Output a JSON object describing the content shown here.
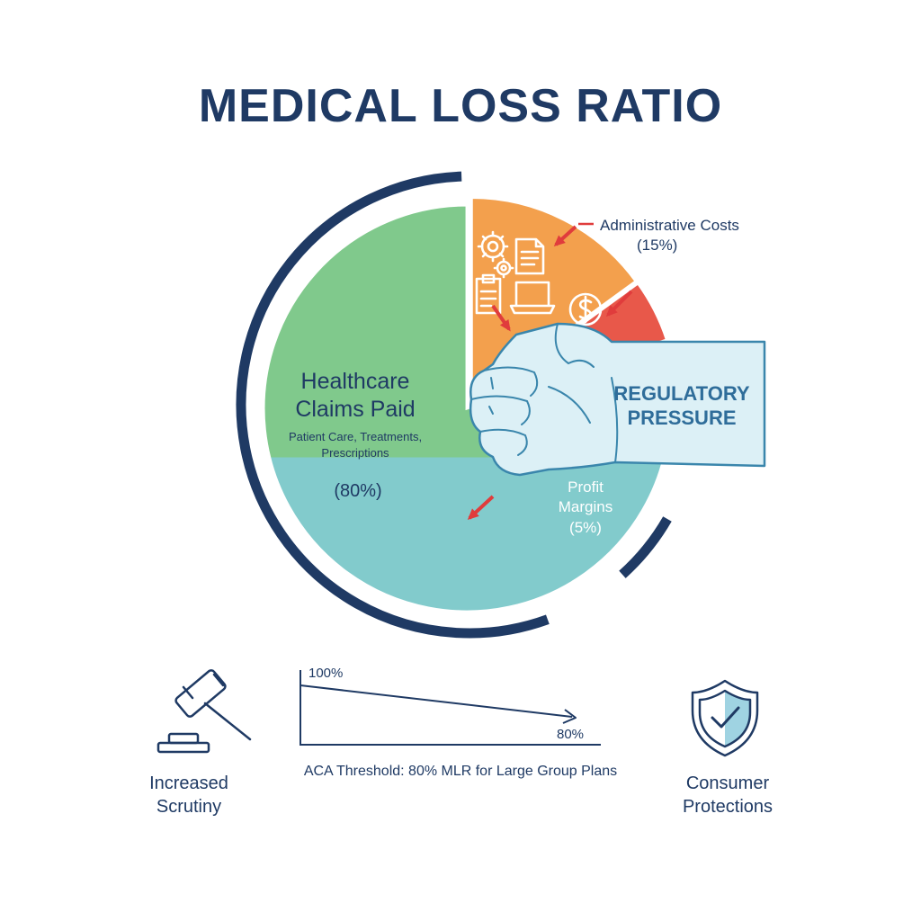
{
  "title": "MEDICAL LOSS RATIO",
  "chart_data": {
    "type": "pie",
    "slices": [
      {
        "name": "Healthcare Claims Paid",
        "value": 80,
        "value_label": "(80%)",
        "title_lines": [
          "Healthcare",
          "Claims Paid"
        ],
        "subtitle_lines": [
          "Patient Care, Treatments,",
          "Prescriptions"
        ],
        "color_top": "#80c98c",
        "color_bottom": "#82cbcc"
      },
      {
        "name": "Administrative Costs",
        "value": 15,
        "value_label": "(15%)",
        "color": "#f3a04d"
      },
      {
        "name": "Profit Margins",
        "value": 5,
        "value_label": "(5%)",
        "title_lines": [
          "Profit",
          "Margins"
        ],
        "color": "#e8584a"
      }
    ],
    "annotation": [
      "REGULATORY",
      "PRESSURE"
    ],
    "ring_color": "#1f3a64",
    "arrow_color": "#e03c3c"
  },
  "threshold": {
    "start_label": "100%",
    "end_label": "80%",
    "caption": "ACA Threshold: 80% MLR for Large Group Plans"
  },
  "bottom_left": {
    "lines": [
      "Increased",
      "Scrutiny"
    ],
    "icon": "gavel-icon"
  },
  "bottom_right": {
    "lines": [
      "Consumer",
      "Protections"
    ],
    "icon": "shield-check-icon"
  }
}
